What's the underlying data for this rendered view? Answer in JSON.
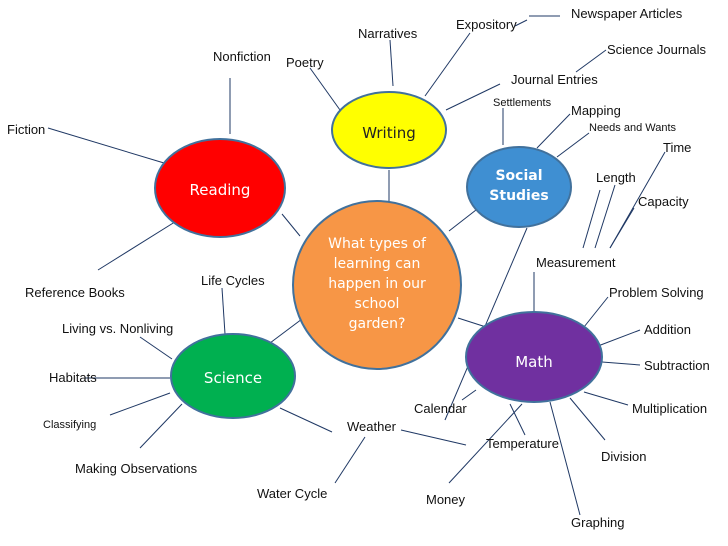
{
  "colors": {
    "center": "#F79646",
    "reading": "#FF0000",
    "writing": "#FFFF00",
    "social": "#3F8FD2",
    "math": "#7030A0",
    "science": "#00B050",
    "line": "#1F3864"
  },
  "center": {
    "lines": [
      "What types of",
      "learning can",
      "happen in our",
      "school",
      "garden?"
    ]
  },
  "reading": {
    "title": "Reading",
    "items": {
      "nonfiction": "Nonfiction",
      "fiction": "Fiction",
      "reference": "Reference Books"
    }
  },
  "writing": {
    "title": "Writing",
    "items": {
      "poetry": "Poetry",
      "narratives": "Narratives",
      "expository": "Expository",
      "newspaper": "Newspaper Articles",
      "science_journals": "Science Journals",
      "journal_entries": "Journal Entries"
    }
  },
  "social": {
    "title_lines": [
      "Social",
      "Studies"
    ],
    "items": {
      "settlements": "Settlements",
      "mapping": "Mapping",
      "needs": "Needs and Wants"
    }
  },
  "math": {
    "title": "Math",
    "items": {
      "time": "Time",
      "length": "Length",
      "capacity": "Capacity",
      "measurement": "Measurement",
      "problem_solving": "Problem Solving",
      "addition": "Addition",
      "subtraction": "Subtraction",
      "multiplication": "Multiplication",
      "division": "Division",
      "graphing": "Graphing",
      "money": "Money",
      "temperature": "Temperature",
      "calendar": "Calendar"
    }
  },
  "science": {
    "title": "Science",
    "items": {
      "life_cycles": "Life Cycles",
      "living": "Living vs. Nonliving",
      "habitats": "Habitats",
      "classifying": "Classifying",
      "observations": "Making Observations",
      "water_cycle": "Water Cycle",
      "weather": "Weather"
    }
  }
}
